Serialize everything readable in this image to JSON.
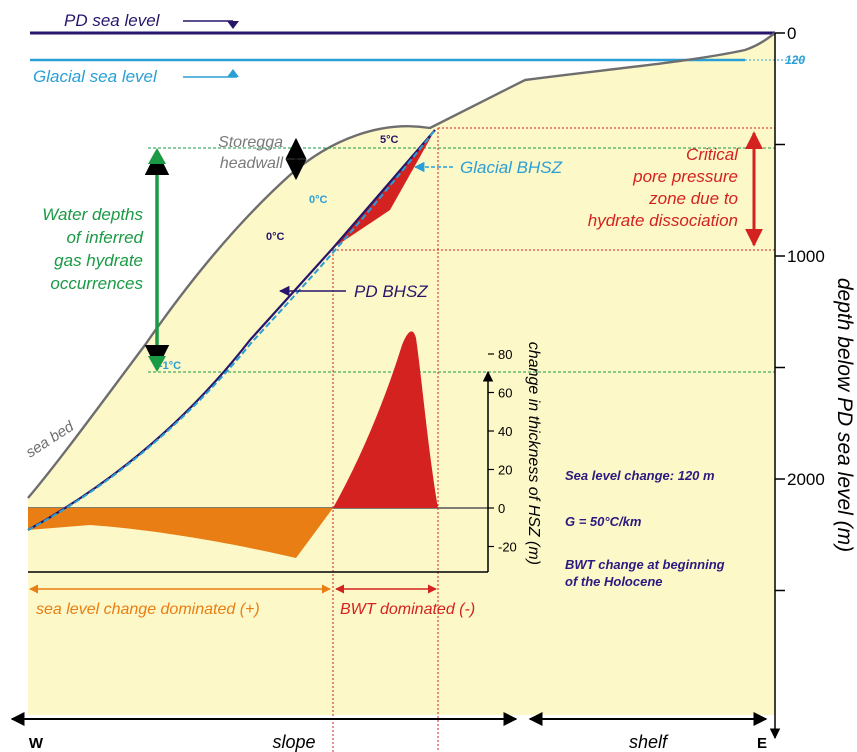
{
  "colors": {
    "background_fill": "#fdf8c8",
    "seabed": "#6e6e6e",
    "pd_sea": "#27166b",
    "glacial_sea": "#2a9fd6",
    "green": "#1a9a44",
    "red": "#d42220",
    "orange": "#e87e14",
    "grey_arrow": "#7a7a7a",
    "notes": "#2b1a80"
  },
  "labels": {
    "pd_sea_level": "PD sea level",
    "glacial_sea_level": "Glacial sea level",
    "storegga_1": "Storegga",
    "storegga_2": "headwall",
    "temp_5c": "5°C",
    "temp_0c_glacial": "0°C",
    "temp_0c_pd": "0°C",
    "temp_m1c": "-1°C",
    "glacial_bhsz": "Glacial BHSZ",
    "pd_bhsz": "PD BHSZ",
    "critical_1": "Critical",
    "critical_2": "pore pressure",
    "critical_3": "zone due to",
    "critical_4": "hydrate dissociation",
    "water_1": "Water depths",
    "water_2": "of inferred",
    "water_3": "gas hydrate",
    "water_4": "occurrences",
    "sea_bed": "sea bed",
    "note_1": "Sea level change: 120 m",
    "note_2": "G = 50°C/km",
    "note_3": "BWT change at beginning",
    "note_4": "of the Holocene",
    "sea_level_dominated": "sea level change dominated (+)",
    "bwt_dominated": "BWT dominated (-)",
    "west": "W",
    "east": "E",
    "slope": "slope",
    "shelf": "shelf",
    "right_axis_title": "depth below PD sea level (m)",
    "inner_axis_title": "change in thickness of HSZ (m)"
  },
  "depth_axis": {
    "ticks": [
      {
        "value": 0,
        "label": "0"
      },
      {
        "value": 500,
        "label": ""
      },
      {
        "value": 1000,
        "label": "1000"
      },
      {
        "value": 1500,
        "label": ""
      },
      {
        "value": 2000,
        "label": "2000"
      },
      {
        "value": 2500,
        "label": ""
      }
    ],
    "glacial_level_label": "120"
  },
  "hsz_axis": {
    "ticks": [
      {
        "value": 80,
        "label": "80"
      },
      {
        "value": 60,
        "label": "60"
      },
      {
        "value": 40,
        "label": "40"
      },
      {
        "value": 20,
        "label": "20"
      },
      {
        "value": 0,
        "label": "0"
      },
      {
        "value": -20,
        "label": "-20"
      }
    ]
  }
}
